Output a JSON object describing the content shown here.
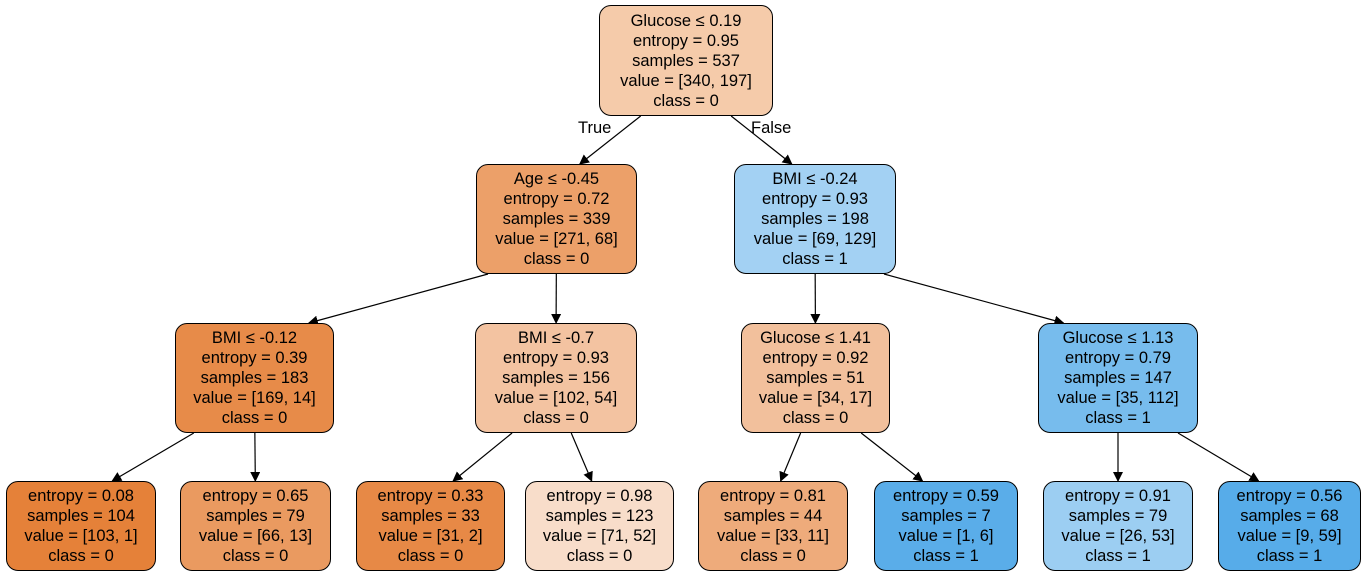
{
  "edge_labels": {
    "true_label": "True",
    "false_label": "False"
  },
  "nodes": {
    "root": {
      "lines": [
        "Glucose ≤ 0.19",
        "entropy = 0.95",
        "samples = 537",
        "value = [340, 197]",
        "class = 0"
      ],
      "color": "#f5cbaa"
    },
    "n1": {
      "lines": [
        "Age ≤ -0.45",
        "entropy = 0.72",
        "samples = 339",
        "value = [271, 68]",
        "class = 0"
      ],
      "color": "#eca069"
    },
    "n2": {
      "lines": [
        "BMI ≤ -0.24",
        "entropy = 0.93",
        "samples = 198",
        "value = [69, 129]",
        "class = 1"
      ],
      "color": "#a3d1f3"
    },
    "n3": {
      "lines": [
        "BMI ≤ -0.12",
        "entropy = 0.39",
        "samples = 183",
        "value = [169, 14]",
        "class = 0"
      ],
      "color": "#e78b49"
    },
    "n4": {
      "lines": [
        "BMI ≤ -0.7",
        "entropy = 0.93",
        "samples = 156",
        "value = [102, 54]",
        "class = 0"
      ],
      "color": "#f3c3a1"
    },
    "n5": {
      "lines": [
        "Glucose ≤ 1.41",
        "entropy = 0.92",
        "samples = 51",
        "value = [34, 17]",
        "class = 0"
      ],
      "color": "#f2c09c"
    },
    "n6": {
      "lines": [
        "Glucose ≤ 1.13",
        "entropy = 0.79",
        "samples = 147",
        "value = [35, 112]",
        "class = 1"
      ],
      "color": "#77bced"
    },
    "l1": {
      "lines": [
        "entropy = 0.08",
        "samples = 104",
        "value = [103, 1]",
        "class = 0"
      ],
      "color": "#e58139"
    },
    "l2": {
      "lines": [
        "entropy = 0.65",
        "samples = 79",
        "value = [66, 13]",
        "class = 0"
      ],
      "color": "#ea9a60"
    },
    "l3": {
      "lines": [
        "entropy = 0.33",
        "samples = 33",
        "value = [31, 2]",
        "class = 0"
      ],
      "color": "#e78946"
    },
    "l4": {
      "lines": [
        "entropy = 0.98",
        "samples = 123",
        "value = [71, 52]",
        "class = 0"
      ],
      "color": "#f8ddca"
    },
    "l5": {
      "lines": [
        "entropy = 0.81",
        "samples = 44",
        "value = [33, 11]",
        "class = 0"
      ],
      "color": "#eeab7b"
    },
    "l6": {
      "lines": [
        "entropy = 0.59",
        "samples = 7",
        "value = [1, 6]",
        "class = 1"
      ],
      "color": "#5aade9"
    },
    "l7": {
      "lines": [
        "entropy = 0.91",
        "samples = 79",
        "value = [26, 53]",
        "class = 1"
      ],
      "color": "#9ccef2"
    },
    "l8": {
      "lines": [
        "entropy = 0.56",
        "samples = 68",
        "value = [9, 59]",
        "class = 1"
      ],
      "color": "#57ace9"
    }
  },
  "edges": [
    [
      "root",
      "n1"
    ],
    [
      "root",
      "n2"
    ],
    [
      "n1",
      "n3"
    ],
    [
      "n1",
      "n4"
    ],
    [
      "n2",
      "n5"
    ],
    [
      "n2",
      "n6"
    ],
    [
      "n3",
      "l1"
    ],
    [
      "n3",
      "l2"
    ],
    [
      "n4",
      "l3"
    ],
    [
      "n4",
      "l4"
    ],
    [
      "n5",
      "l5"
    ],
    [
      "n5",
      "l6"
    ],
    [
      "n6",
      "l7"
    ],
    [
      "n6",
      "l8"
    ]
  ]
}
